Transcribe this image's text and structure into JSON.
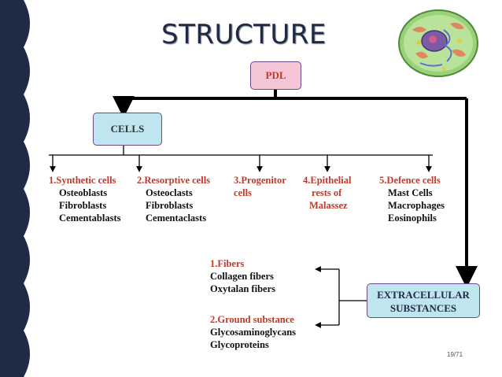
{
  "title": "STRUCTURE",
  "root": "PDL",
  "cells": {
    "label": "CELLS",
    "groups": [
      {
        "heading": "1.Synthetic cells",
        "items": [
          "Osteoblasts",
          "Fibroblasts",
          "Cementablasts"
        ]
      },
      {
        "heading": "2.Resorptive cells",
        "items": [
          "Osteoclasts",
          "Fibroblasts",
          "Cementaclasts"
        ]
      },
      {
        "heading": "3.Progenitor",
        "items": [
          "cells"
        ]
      },
      {
        "heading": "4.Epithelial",
        "items": [
          "rests of",
          "Malassez"
        ]
      },
      {
        "heading": "5.Defence cells",
        "items": [
          "Mast Cells",
          "Macrophages",
          "Eosinophils"
        ]
      }
    ]
  },
  "extracellular": {
    "label_line1": "EXTRACELLULAR",
    "label_line2": "SUBSTANCES",
    "fibers": {
      "heading": "1.Fibers",
      "items": [
        "Collagen fibers",
        "Oxytalan fibers"
      ]
    },
    "ground": {
      "heading": "2.Ground substance",
      "items": [
        "Glycosaminoglycans",
        "Glycoproteins"
      ]
    }
  },
  "page_number": "19/71",
  "colors": {
    "heading_red": "#c0392b",
    "box_blue": "#bfe6ee",
    "box_pink": "#f4c6d6",
    "dark_text": "#111111",
    "left_stripe": "#1f2a44"
  },
  "icons": [
    "cell-illustration-icon"
  ]
}
